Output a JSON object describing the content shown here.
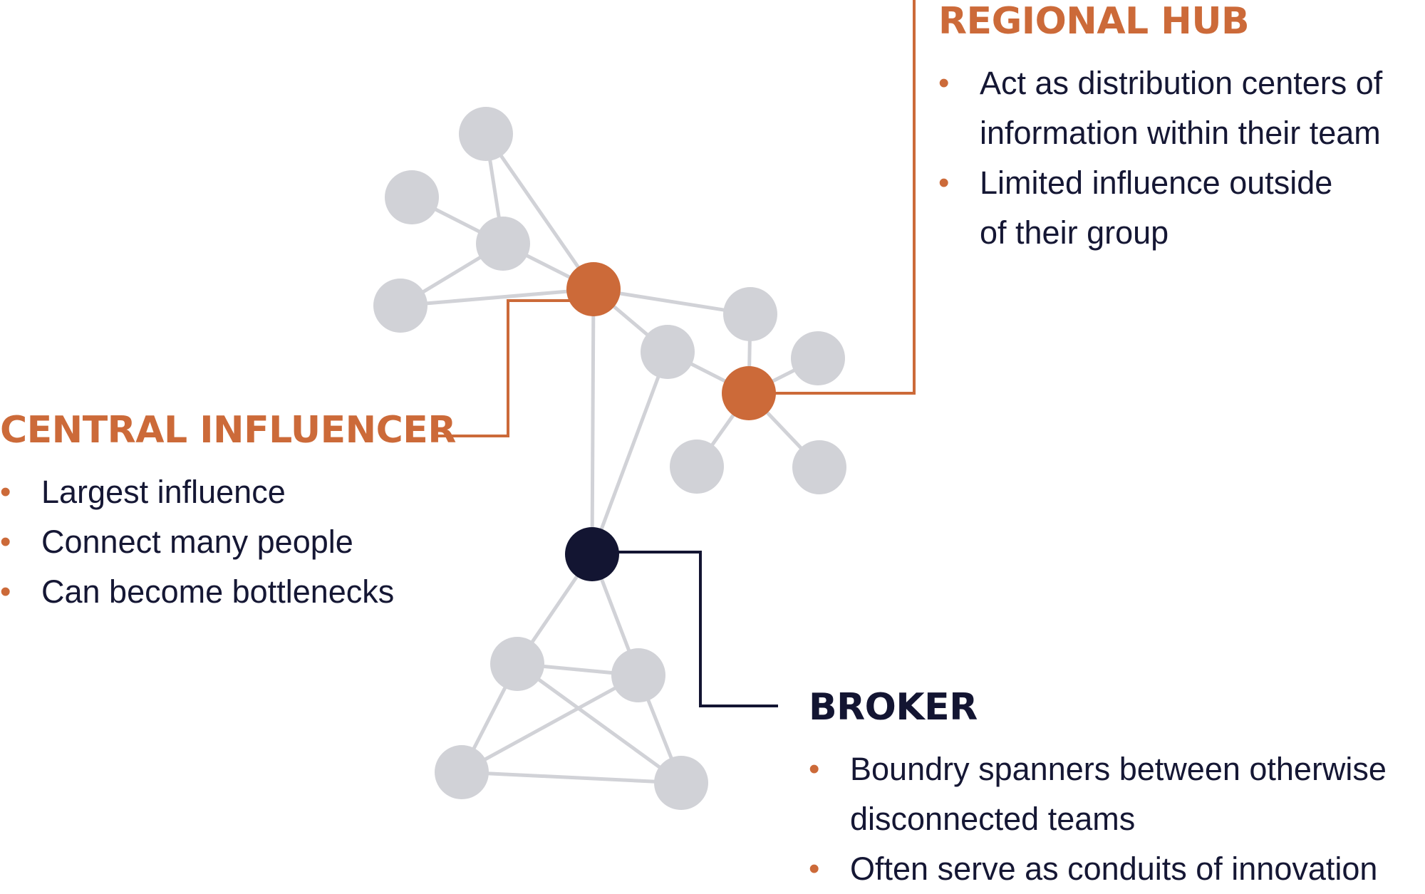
{
  "colors": {
    "accent": "#CC6A39",
    "dark": "#131532",
    "node": "#D1D2D7",
    "edge": "#D1D2D7",
    "text": "#151734"
  },
  "network": {
    "nodes": [
      {
        "id": "n1",
        "role": "peripheral"
      },
      {
        "id": "n2",
        "role": "peripheral"
      },
      {
        "id": "n3",
        "role": "peripheral"
      },
      {
        "id": "n4",
        "role": "peripheral"
      },
      {
        "id": "central",
        "role": "central-influencer"
      },
      {
        "id": "n6",
        "role": "peripheral"
      },
      {
        "id": "n7",
        "role": "peripheral"
      },
      {
        "id": "hub",
        "role": "regional-hub"
      },
      {
        "id": "n9",
        "role": "peripheral"
      },
      {
        "id": "n10",
        "role": "peripheral"
      },
      {
        "id": "n11",
        "role": "peripheral"
      },
      {
        "id": "broker",
        "role": "broker"
      },
      {
        "id": "n13",
        "role": "peripheral"
      },
      {
        "id": "n14",
        "role": "peripheral"
      },
      {
        "id": "n15",
        "role": "peripheral"
      },
      {
        "id": "n16",
        "role": "peripheral"
      }
    ],
    "edges": [
      [
        "n1",
        "n3"
      ],
      [
        "n1",
        "central"
      ],
      [
        "n2",
        "n3"
      ],
      [
        "n3",
        "n4"
      ],
      [
        "n3",
        "central"
      ],
      [
        "n4",
        "central"
      ],
      [
        "central",
        "n6"
      ],
      [
        "central",
        "n7"
      ],
      [
        "central",
        "broker"
      ],
      [
        "n6",
        "hub"
      ],
      [
        "n7",
        "hub"
      ],
      [
        "hub",
        "n9"
      ],
      [
        "hub",
        "n10"
      ],
      [
        "hub",
        "n11"
      ],
      [
        "n7",
        "broker"
      ],
      [
        "broker",
        "n13"
      ],
      [
        "broker",
        "n14"
      ],
      [
        "n13",
        "n14"
      ],
      [
        "n13",
        "n15"
      ],
      [
        "n13",
        "n16"
      ],
      [
        "n14",
        "n15"
      ],
      [
        "n14",
        "n16"
      ],
      [
        "n15",
        "n16"
      ]
    ]
  },
  "regional_hub": {
    "title": "REGIONAL HUB",
    "bullets": [
      [
        "Act as distribution centers of",
        "information within their team"
      ],
      [
        "Limited influence outside",
        "of their group"
      ]
    ]
  },
  "central_influencer": {
    "title": "CENTRAL INFLUENCER",
    "bullets": [
      [
        "Largest influence"
      ],
      [
        "Connect many people"
      ],
      [
        "Can become bottlenecks"
      ]
    ]
  },
  "broker": {
    "title": "BROKER",
    "bullets": [
      [
        "Boundry spanners between otherwise",
        "disconnected teams"
      ],
      [
        "Often serve as conduits of innovation"
      ]
    ]
  },
  "bullet_glyph": "•"
}
